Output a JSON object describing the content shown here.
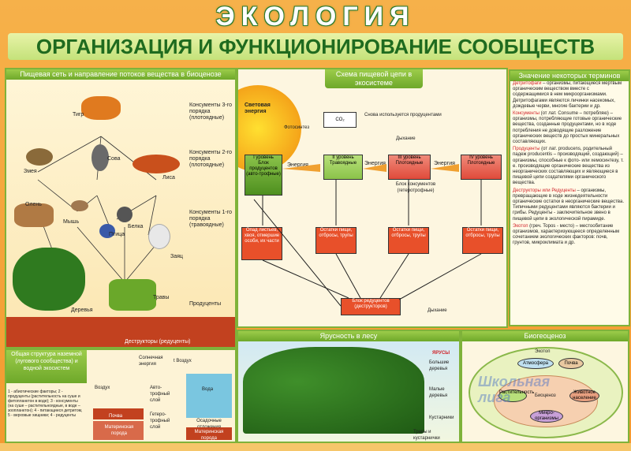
{
  "header": {
    "title": "ЭКОЛОГИЯ",
    "subtitle": "ОРГАНИЗАЦИЯ И ФУНКЦИОНИРОВАНИЕ СООБЩЕСТВ"
  },
  "foodweb": {
    "title": "Пищевая сеть и направление потоков вещества в биоценозе",
    "consumers3": "Консументы 3-го порядка (плотоядные)",
    "consumers2": "Консументы 2-го порядка (плотоядные)",
    "consumers1": "Консументы 1-го порядка (травоядные)",
    "producers": "Продуценты",
    "destructors": "Деструкторы (редуценты)",
    "animals": [
      "Тигр",
      "Змея",
      "Сова",
      "Лиса",
      "Олень",
      "Мышь",
      "Белка",
      "Птица",
      "Заяц",
      "Деревья",
      "Травы"
    ]
  },
  "scheme": {
    "title": "Схема пищевой цепи в экосистеме",
    "light": "Световая энергия",
    "photosynthesis": "Фотосинтез",
    "co2": "CO₂",
    "reuse": "Снова используется продуцентами",
    "breath": "Дыхание",
    "energy": "Энергия",
    "levels": [
      {
        "name": "I уровень",
        "sub": "Блок продуцентов (авто-трофные)"
      },
      {
        "name": "II уровень",
        "sub": "Травоядные"
      },
      {
        "name": "III уровень",
        "sub": "Плотоядные"
      },
      {
        "name": "IV уровень",
        "sub": "Плотоядные"
      }
    ],
    "consumers_block": "Блок консументов (гетеротрофные)",
    "remains1": "Опад листьев, хвоя, отмершие особи, их части",
    "remains": "Остатки пищи, отбросы, трупы",
    "reducers": "Блок редуцентов (деструкторов)",
    "breath2": "Дыхание"
  },
  "terms": {
    "title": "Значение некоторых терминов",
    "items": [
      {
        "term": "Детритофаги",
        "text": "– организмы, питающиеся мертвым органическим веществом вместе с содержащимися в нем микроорганизмами. Детритофагами являются личинки насекомых, дождевые черви, многие бактерии и др."
      },
      {
        "term": "Консументы",
        "text": "(от лат. Consume – потребляю) – организмы, потребляющие готовые органические вещества, созданные продуцентами, но в ходе потребления не доводящие разложение органических веществ до простых минеральных составляющих."
      },
      {
        "term": "Продуценты",
        "text": "(от лат. producens, родительный падеж producentis – производящий, создающий) – организмы, способные к фото- или хемосинтезу, т. е. производящие органические вещества из неорганических составляющих и являющиеся в пищевой цепи создателями органического вещества."
      },
      {
        "term": "Деструкторы или Редуценты",
        "text": "– организмы, превращающие в ходе жизнедеятельности органические остатки в неорганические вещества. Типичными редуцентами являются бактерии и грибы. Редуценты - заключительное звено в пищевой цепи в экологической пирамиде."
      },
      {
        "term": "Экотоп",
        "text": "(греч. Topos - место) – местообитание организмов, характеризующееся определенным сочетанием экологических факторов: почв, грунтов, микроклимата и др."
      }
    ]
  },
  "structure": {
    "title": "Общая структура наземной (лугового сообщества) и водной экосистем",
    "legend": "1 - абиотические факторы; 2 - продуценты (растительность на суше и фитопланктон в воде); 3 - консументы (на суше – растительноядные, в воде – зоопланктон); 4 - питающиеся детритом, 5 - верховые хищники; 4 - редуценты",
    "sun": "Солнечная энергия",
    "air": "Воздух",
    "air2": "t Воздух",
    "water": "Вода",
    "auto": "Авто-трофный слой",
    "hetero": "Гетеро-трофный слой",
    "soil": "Почва",
    "rock": "Материнская порода",
    "bottom": "Осадочные отложения",
    "rock2": "Материнская порода"
  },
  "forest": {
    "title": "Ярусность в лесу",
    "tiers": "ЯРУСЫ",
    "t1": "Большие деревья",
    "t2": "Малые деревья",
    "t3": "Кустарники",
    "t4": "Травы и кустарнички"
  },
  "biogeo": {
    "title": "Биогеоценоз",
    "ecotop": "Экотоп",
    "atmosphere": "Атмосфера",
    "soil": "Почва",
    "plants": "Растительность",
    "biocenosis": "Биоценоз",
    "animals": "Животное население",
    "micro": "Микро-организмы",
    "watermark": "Школьная лига"
  }
}
